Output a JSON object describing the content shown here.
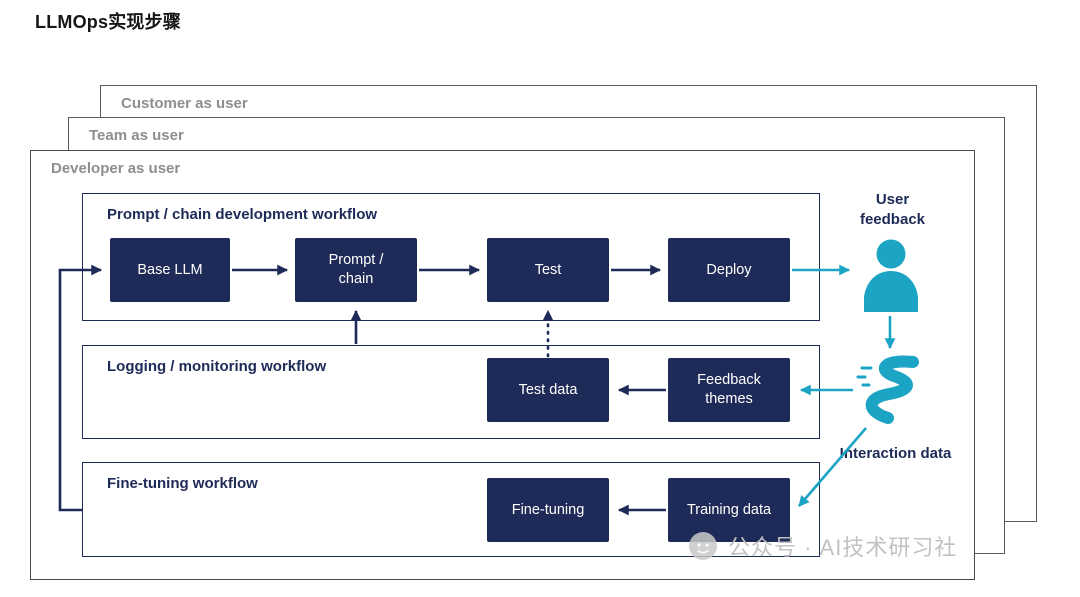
{
  "title": "LLMOps实现步骤",
  "panels": {
    "back": "Customer as user",
    "middle": "Team as user",
    "front": "Developer as user"
  },
  "workflows": {
    "dev": {
      "label": "Prompt / chain development workflow",
      "nodes": {
        "base_llm": "Base LLM",
        "prompt_chain": "Prompt / chain",
        "test": "Test",
        "deploy": "Deploy"
      }
    },
    "logging": {
      "label": "Logging / monitoring workflow",
      "nodes": {
        "test_data": "Test data",
        "feedback_themes": "Feedback themes"
      }
    },
    "finetune": {
      "label": "Fine-tuning workflow",
      "nodes": {
        "fine_tuning": "Fine-tuning",
        "training_data": "Training data"
      }
    }
  },
  "annotations": {
    "user_feedback": "User feedback",
    "interaction_data": "Interaction data"
  },
  "icons": {
    "person": "user-silhouette-icon",
    "stream": "interaction-data-stream-icon",
    "watermark_logo": "wechat-account-logo-icon"
  },
  "colors": {
    "navy": "#1e2a57",
    "teal": "#1ba4c4",
    "panel_border": "#5a5a5a",
    "label_gray": "#8e8e8e",
    "node_text": "#ffffff",
    "watermark_gray": "#c2c2c2",
    "background": "#ffffff"
  },
  "watermark": {
    "text": "公众号 · AI技术研习社"
  }
}
